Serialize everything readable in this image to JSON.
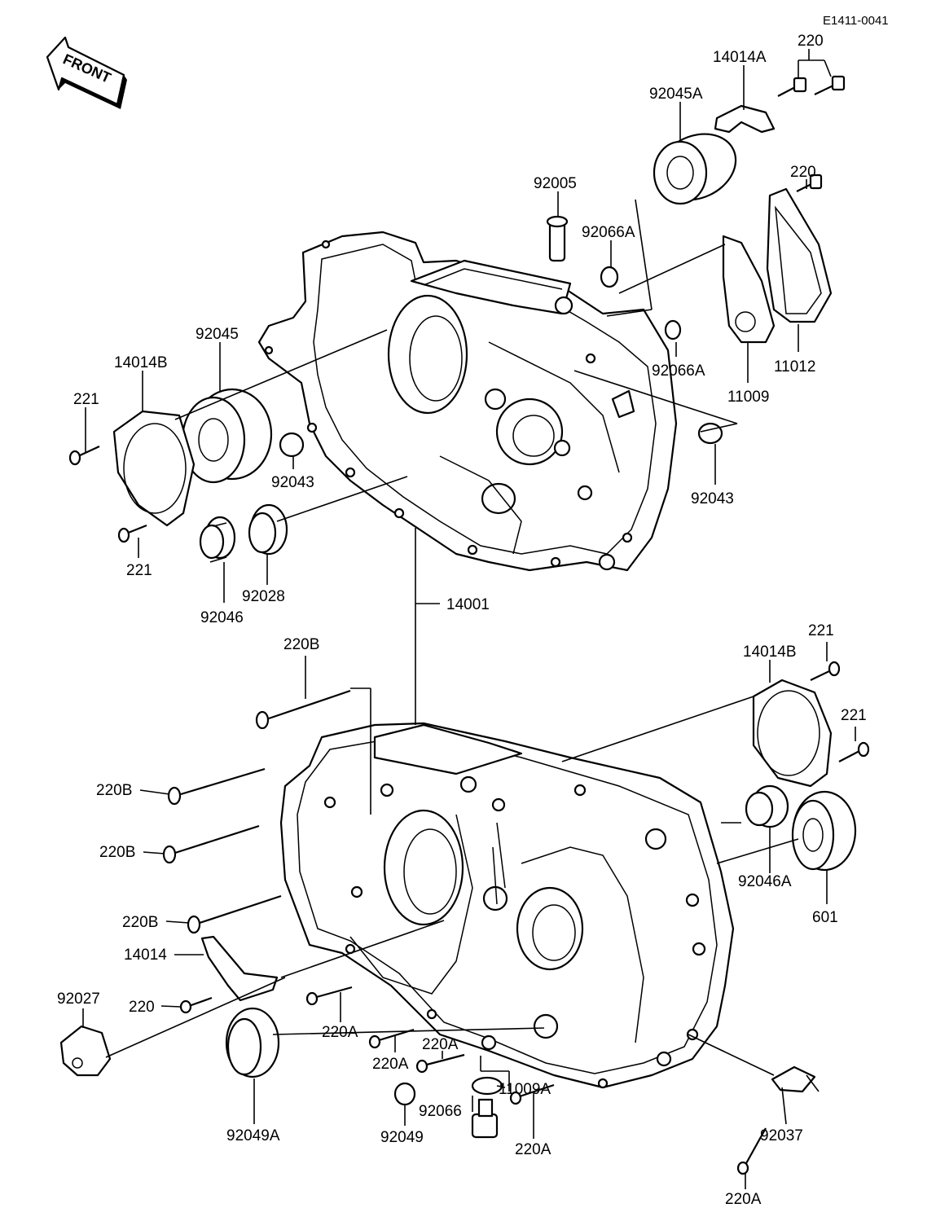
{
  "diagram_code": "E1411-0041",
  "front_arrow": {
    "text": "FRONT",
    "icon": "front-arrow-icon"
  },
  "parts": [
    {
      "id": "p-220-top",
      "number": "220"
    },
    {
      "id": "p-14014A",
      "number": "14014A"
    },
    {
      "id": "p-92045A",
      "number": "92045A"
    },
    {
      "id": "p-92005",
      "number": "92005"
    },
    {
      "id": "p-220-right",
      "number": "220"
    },
    {
      "id": "p-92066A-1",
      "number": "92066A"
    },
    {
      "id": "p-92045",
      "number": "92045"
    },
    {
      "id": "p-14014B-left",
      "number": "14014B"
    },
    {
      "id": "p-221-left-top",
      "number": "221"
    },
    {
      "id": "p-92066A-2",
      "number": "92066A"
    },
    {
      "id": "p-11012",
      "number": "11012"
    },
    {
      "id": "p-11009",
      "number": "11009"
    },
    {
      "id": "p-92043-left",
      "number": "92043"
    },
    {
      "id": "p-92043-right",
      "number": "92043"
    },
    {
      "id": "p-221-left-bottom",
      "number": "221"
    },
    {
      "id": "p-92028",
      "number": "92028"
    },
    {
      "id": "p-92046",
      "number": "92046"
    },
    {
      "id": "p-14001",
      "number": "14001"
    },
    {
      "id": "p-220B-top",
      "number": "220B"
    },
    {
      "id": "p-221-right-top",
      "number": "221"
    },
    {
      "id": "p-14014B-right",
      "number": "14014B"
    },
    {
      "id": "p-221-right-mid",
      "number": "221"
    },
    {
      "id": "p-220B-1",
      "number": "220B"
    },
    {
      "id": "p-220B-2",
      "number": "220B"
    },
    {
      "id": "p-92046A",
      "number": "92046A"
    },
    {
      "id": "p-601",
      "number": "601"
    },
    {
      "id": "p-220B-3",
      "number": "220B"
    },
    {
      "id": "p-14014",
      "number": "14014"
    },
    {
      "id": "p-92027",
      "number": "92027"
    },
    {
      "id": "p-220-left",
      "number": "220"
    },
    {
      "id": "p-220A-1",
      "number": "220A"
    },
    {
      "id": "p-220A-2",
      "number": "220A"
    },
    {
      "id": "p-220A-3",
      "number": "220A"
    },
    {
      "id": "p-11009A",
      "number": "11009A"
    },
    {
      "id": "p-92066",
      "number": "92066"
    },
    {
      "id": "p-92049A",
      "number": "92049A"
    },
    {
      "id": "p-92049",
      "number": "92049"
    },
    {
      "id": "p-220A-4",
      "number": "220A"
    },
    {
      "id": "p-92037",
      "number": "92037"
    },
    {
      "id": "p-220A-5",
      "number": "220A"
    }
  ]
}
